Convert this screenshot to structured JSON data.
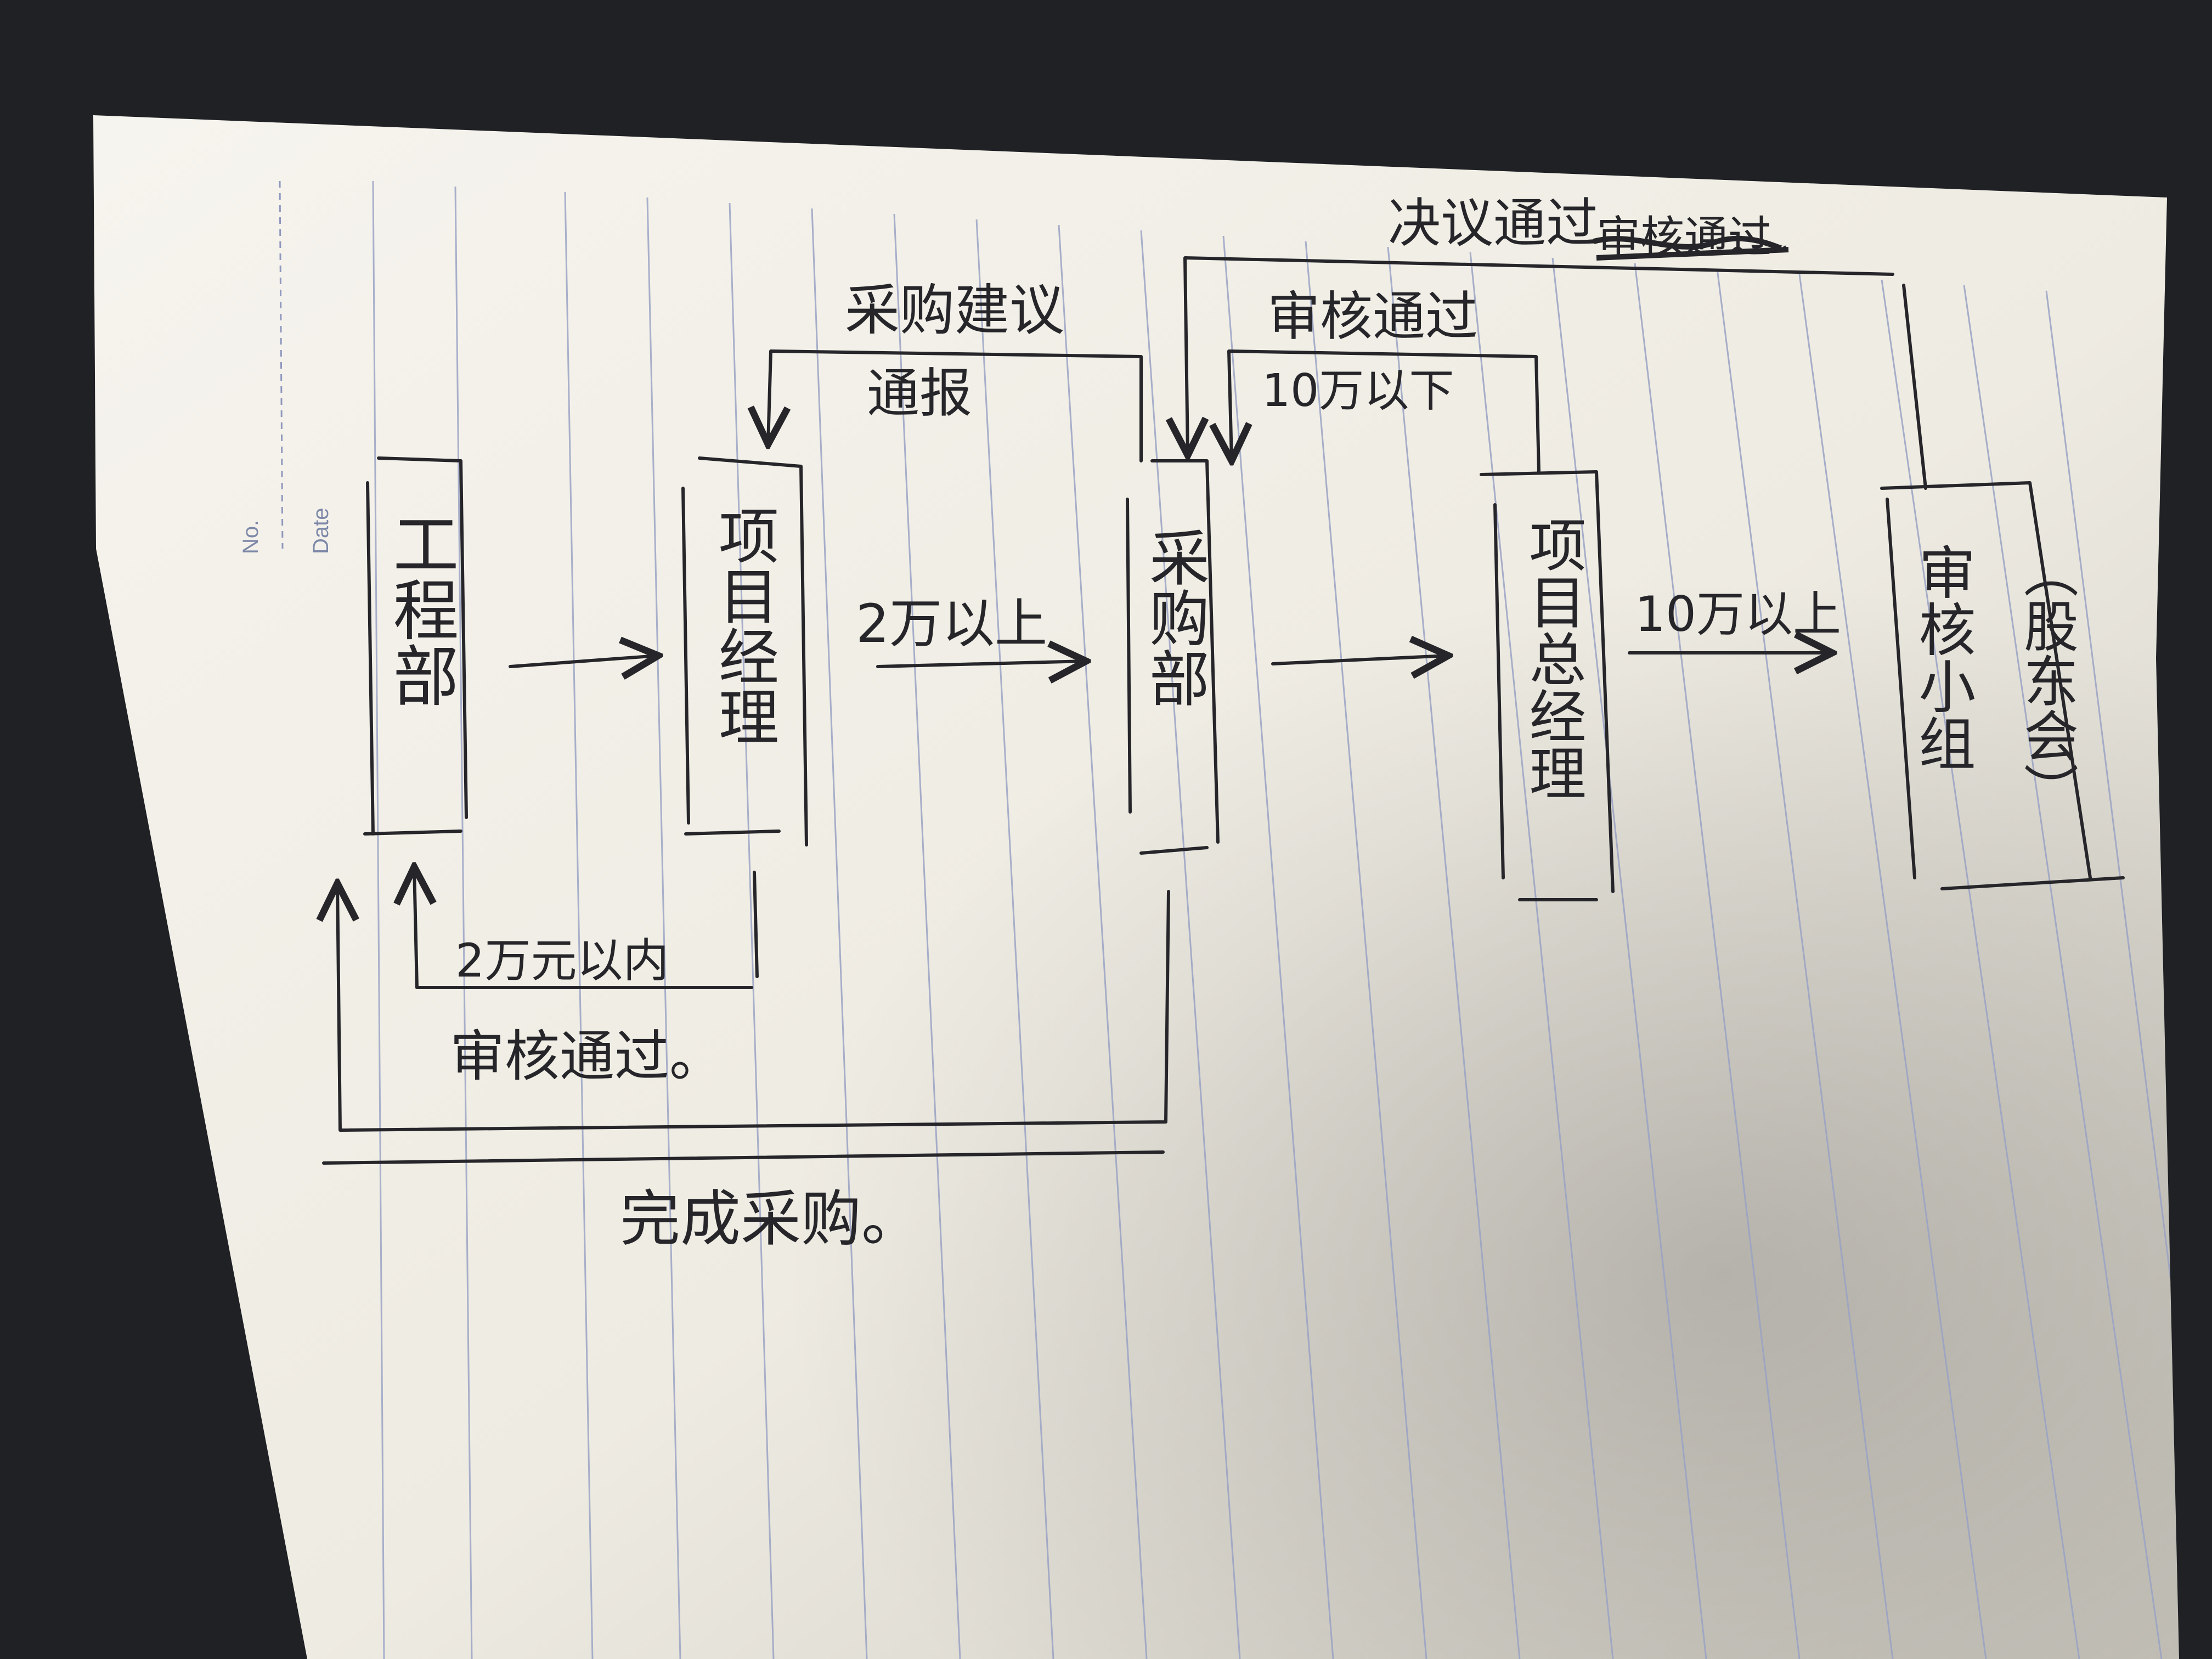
{
  "paper": {
    "no_label": "No.",
    "date_label": "Date"
  },
  "diagram": {
    "nodes": {
      "engineering": "工程部",
      "project_manager": "项目经理",
      "purchasing": "采购部",
      "general_manager": "项目总经理",
      "review_group": "审核小组",
      "review_group_note": "（股东会）"
    },
    "edges": {
      "over_20k": "2万以上",
      "over_100k": "10万以上",
      "under_100k": "10万以下",
      "within_20k": "2万元以内",
      "purchase_suggestion": "采购建议",
      "report_back": "通报",
      "review_passed_top": "审核通过",
      "resolution_passed": "决议通过",
      "crossed_out": "审核通过",
      "review_passed_bottom": "审核通过。",
      "complete_purchase": "完成采购。"
    }
  },
  "colors": {
    "ink": "#26262a",
    "paper": "#f3f1ea",
    "rule_line": "#9aa3c4",
    "margin_line": "#8f98bd",
    "desk": "#1f2125"
  }
}
